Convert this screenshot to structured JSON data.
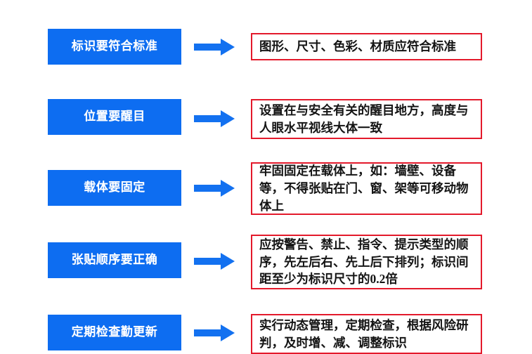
{
  "diagram": {
    "type": "process-flow",
    "orientation": "left-to-right",
    "row_count": 5,
    "colors": {
      "stage_fill": "#0d6df1",
      "stage_text": "#ffffff",
      "detail_border": "#e3192b",
      "detail_text": "#141414",
      "arrow": "#1371f0",
      "background": "#ffffff"
    },
    "rows": [
      {
        "stage_label": "标识要符合标准",
        "arrow_icon": "right-arrow-icon",
        "detail_text": "图形、尺寸、色彩、材质应符合标准"
      },
      {
        "stage_label": "位置要醒目",
        "arrow_icon": "right-arrow-icon",
        "detail_text": "设置在与安全有关的醒目地方，高度与人眼水平视线大体一致"
      },
      {
        "stage_label": "载体要固定",
        "arrow_icon": "right-arrow-icon",
        "detail_text": "牢固固定在载体上，如：墙壁、设备等，不得张贴在门、窗、架等可移动物体上"
      },
      {
        "stage_label": "张贴顺序要正确",
        "arrow_icon": "right-arrow-icon",
        "detail_text": "应按警告、禁止、指令、提示类型的顺序，先左后右、先上后下排列；标识间距至少为标识尺寸的0.2倍"
      },
      {
        "stage_label": "定期检查勤更新",
        "arrow_icon": "right-arrow-icon",
        "detail_text": "实行动态管理，定期检查，根据风险研判，及时增、减、调整标识"
      }
    ]
  }
}
